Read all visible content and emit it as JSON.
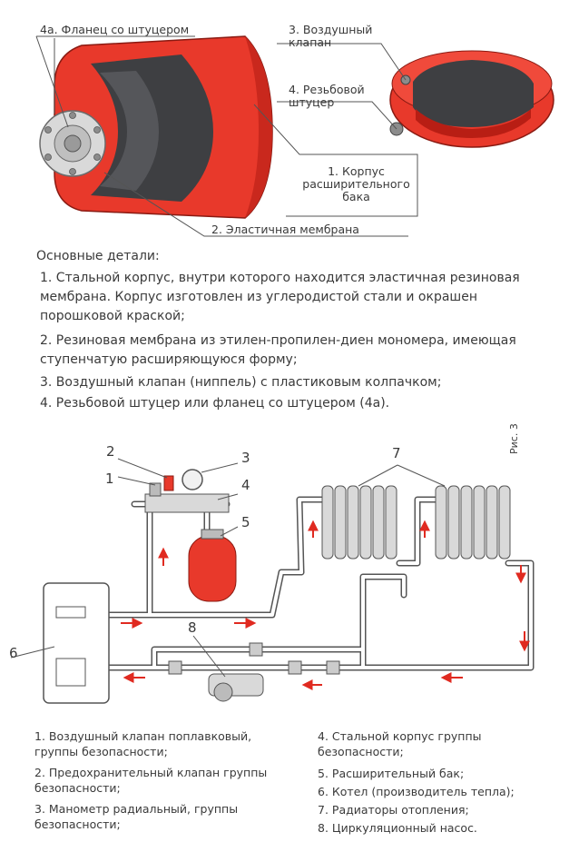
{
  "top_labels": {
    "flange": "4а. Фланец со штуцером",
    "air_valve": "3. Воздушный клапан",
    "threaded": "4. Резьбовой штуцер",
    "body": "1. Корпус расширительного бака",
    "membrane": "2. Эластичная мембрана"
  },
  "parts": {
    "title": "Основные детали:",
    "items": [
      "1.  Стальной корпус, внутри которого находится эластичная резиновая мембрана. Корпус изготовлен из углеродистой стали и окрашен порошковой краской;",
      "2. Резиновая мембрана из этилен-пропилен-диен мономера, имеющая ступенчатую расширяющуюся форму;",
      "3. Воздушный клапан (ниппель) с пластиковым колпачком;",
      "4. Резьбовой штуцер или фланец со штуцером (4а)."
    ]
  },
  "scheme": {
    "fig_label": "Рис. 3",
    "numbers": [
      "1",
      "2",
      "3",
      "4",
      "5",
      "6",
      "7",
      "8"
    ]
  },
  "legend": {
    "left": [
      "1. Воздушный клапан поплавковый, группы безопасности;",
      "2. Предохранительный клапан группы безопасности;",
      "3. Манометр радиальный, группы безопасности;"
    ],
    "right": [
      "4. Стальной корпус группы безопасности;",
      "5. Расширительный бак;",
      "6. Котел (производитель тепла);",
      "7. Радиаторы отопления;",
      "8. Циркуляционный насос."
    ]
  },
  "colors": {
    "tank_red": "#e8392b",
    "tank_dark": "#b81e14",
    "membrane": "#3e3f42",
    "arrow": "#e02a20",
    "line": "#555555"
  }
}
